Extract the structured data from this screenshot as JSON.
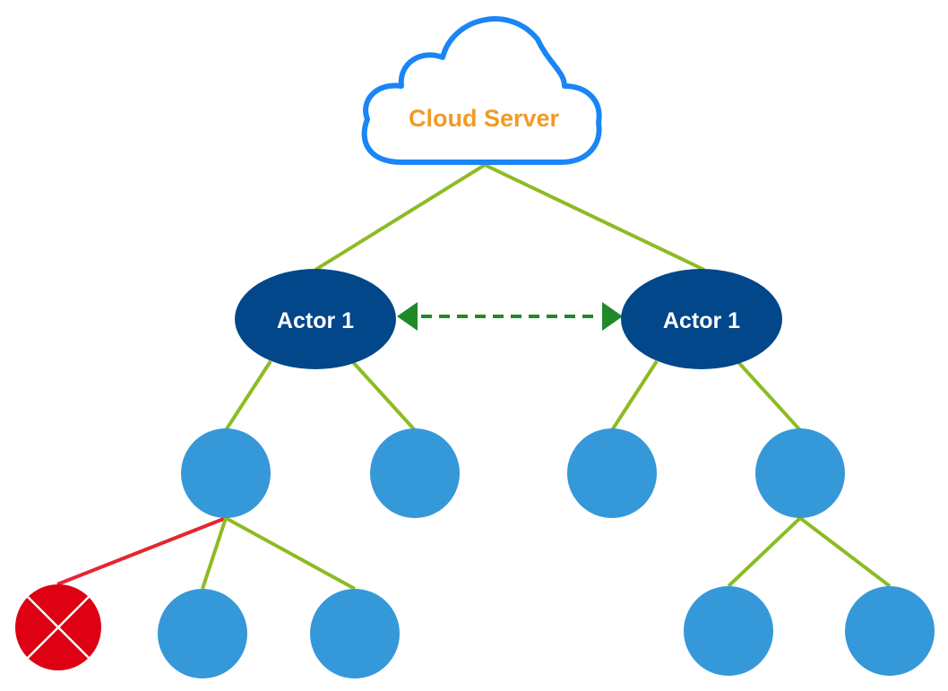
{
  "cloud": {
    "label": "Cloud Server"
  },
  "actors": [
    {
      "label": "Actor 1"
    },
    {
      "label": "Actor 1"
    }
  ],
  "colors": {
    "cloud_stroke": "#1a85f5",
    "cloud_label": "#f29a26",
    "actor_fill": "#02478a",
    "actor_label": "#ffffff",
    "node_fill": "#3598d9",
    "failed_node_fill": "#de0013",
    "link": "#8dbb23",
    "failed_link": "#e5262e",
    "peer_link": "#208a29"
  },
  "icons": {
    "failed_node": "x-mark-icon",
    "peer_link_ends": "arrowhead-icon"
  }
}
